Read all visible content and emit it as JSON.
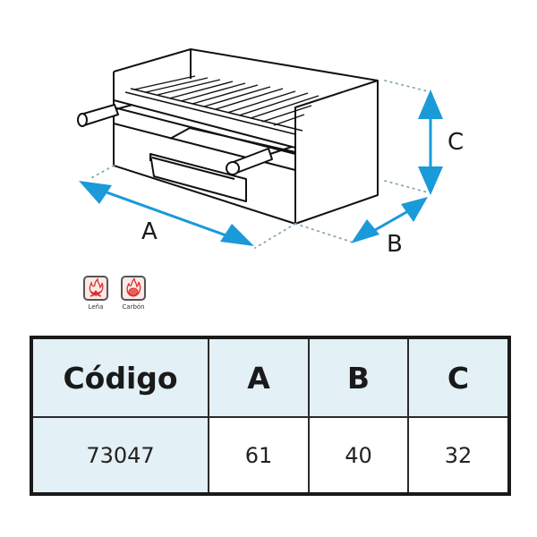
{
  "diagram": {
    "subject": "barbecue-grill-box",
    "dimension_labels": {
      "a": "A",
      "b": "B",
      "c": "C"
    },
    "arrow_color": "#1a9ad9",
    "line_color": "#111111"
  },
  "fuel_types": [
    {
      "icon": "firewood-flame-icon",
      "label": "Leña",
      "color": "#d9302b"
    },
    {
      "icon": "charcoal-flame-icon",
      "label": "Carbón",
      "color": "#d9302b"
    }
  ],
  "table": {
    "headers": [
      "Código",
      "A",
      "B",
      "C"
    ],
    "rows": [
      [
        "73047",
        "61",
        "40",
        "32"
      ]
    ],
    "header_bg": "#e3f0f6"
  }
}
